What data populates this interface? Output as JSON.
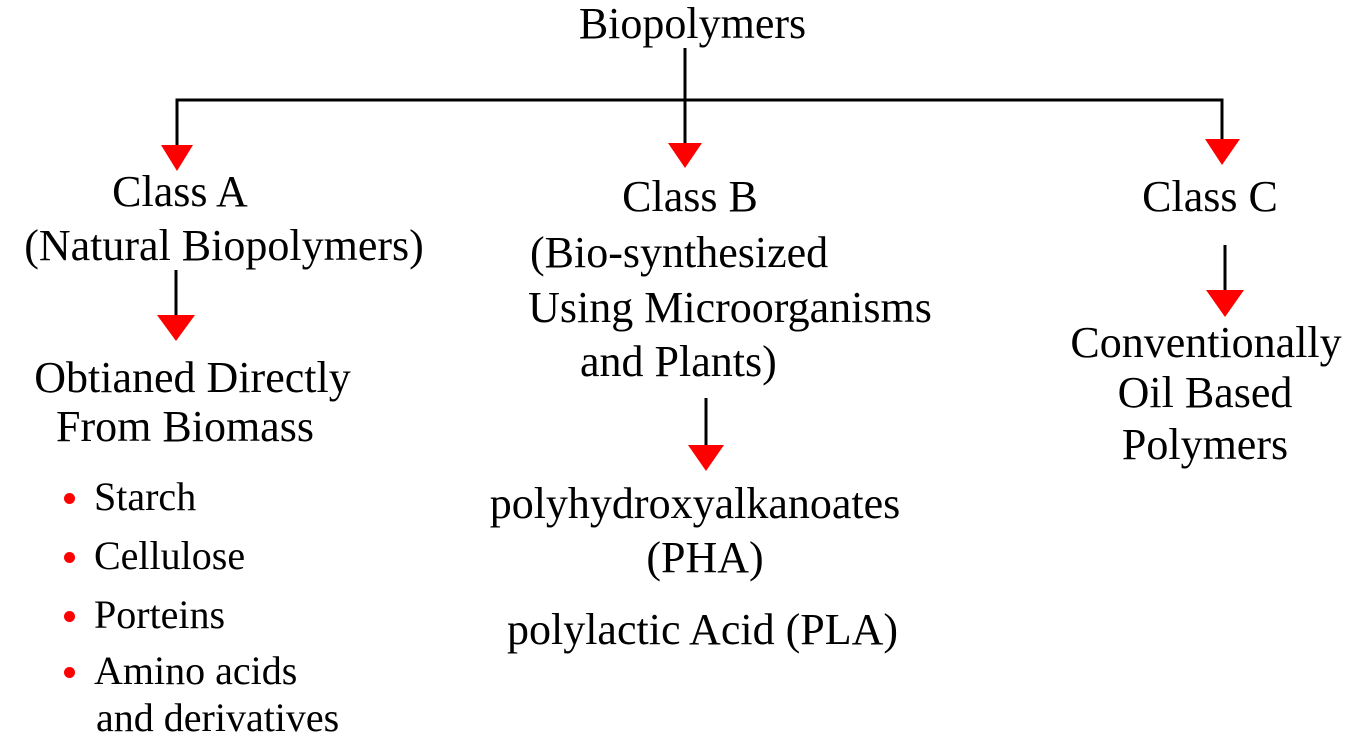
{
  "root": {
    "label": "Biopolymers"
  },
  "colors": {
    "arrow_head": "#ff0000",
    "line": "#000000",
    "bullet": "#ff0000",
    "text": "#000000"
  },
  "classes": [
    {
      "title": "Class A",
      "subtitle_lines": [
        "(Natural Biopolymers)"
      ],
      "child_lines": [
        "Obtianed Directly",
        "From Biomass"
      ],
      "bullets": [
        "Starch",
        "Cellulose",
        "Porteins",
        "Amino acids"
      ],
      "bullet_continuation": "and derivatives"
    },
    {
      "title": "Class B",
      "subtitle_lines": [
        "(Bio-synthesized",
        "Using Microorganisms",
        "and Plants)"
      ],
      "child_lines": [
        "polyhydroxyalkanoates",
        "(PHA)"
      ],
      "extra_line": "polylactic Acid (PLA)"
    },
    {
      "title": "Class C",
      "subtitle_lines": [],
      "child_lines": [
        "Conventionally",
        "Oil Based",
        "Polymers"
      ]
    }
  ]
}
